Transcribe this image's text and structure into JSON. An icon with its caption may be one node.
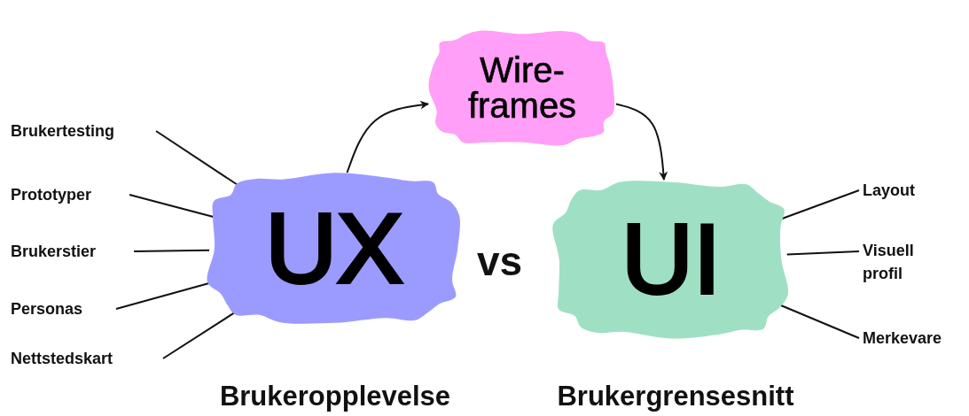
{
  "diagram": {
    "nodes": [
      {
        "text": [
          "UX"
        ],
        "beside": [
          "Brukeropplevelse"
        ]
      },
      {
        "text": [
          "UI"
        ],
        "beside": [
          "Brukergrensesnitt"
        ]
      },
      {
        "text": [
          "Wire- frames"
        ]
      },
      {
        "text": [
          "Brukertesting"
        ]
      },
      {
        "text": [
          "Prototyper"
        ]
      },
      {
        "text": [
          "Brukerstier"
        ]
      },
      {
        "text": [
          "Personas"
        ]
      },
      {
        "text": [
          "Nettstedskart"
        ]
      },
      {
        "text": [
          "Layout"
        ]
      },
      {
        "text": [
          "Visuell profil"
        ]
      },
      {
        "text": [
          "Merkevare"
        ]
      }
    ],
    "edges": [
      {
        "from": 0,
        "to": 2,
        "arrow": "to"
      },
      {
        "from": 2,
        "to": 1,
        "arrow": "to"
      },
      {
        "from": 3,
        "to": 0,
        "arrow": "none"
      },
      {
        "from": 4,
        "to": 0,
        "arrow": "none"
      },
      {
        "from": 5,
        "to": 0,
        "arrow": "none"
      },
      {
        "from": 6,
        "to": 0,
        "arrow": "none"
      },
      {
        "from": 7,
        "to": 0,
        "arrow": "none"
      },
      {
        "from": 8,
        "to": 1,
        "arrow": "none"
      },
      {
        "from": 9,
        "to": 1,
        "arrow": "none"
      },
      {
        "from": 10,
        "to": 1,
        "arrow": "none"
      }
    ],
    "labels": [
      "vs"
    ]
  }
}
